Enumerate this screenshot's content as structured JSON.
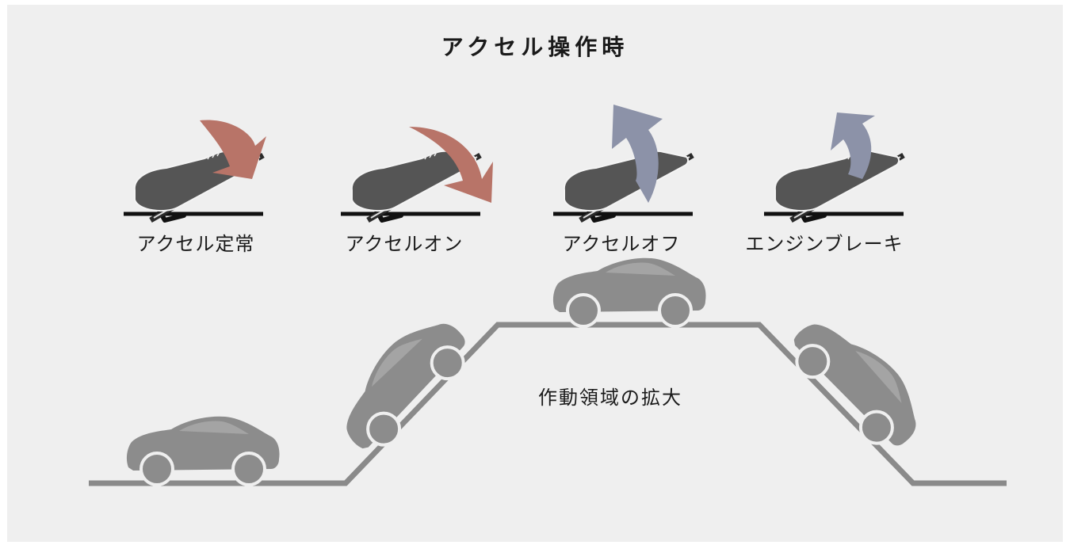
{
  "title": "アクセル操作時",
  "pedals": [
    {
      "label": "アクセル定常",
      "arrow": "down-small"
    },
    {
      "label": "アクセルオン",
      "arrow": "down"
    },
    {
      "label": "アクセルオフ",
      "arrow": "up"
    },
    {
      "label": "エンジンブレーキ",
      "arrow": "up"
    }
  ],
  "road_label": "作動領域の拡大",
  "colors": {
    "background": "#efefef",
    "shoe": "#555555",
    "road": "#8a8a8a",
    "car": "#8c8c8c",
    "arrow_down": "#b87468",
    "arrow_up": "#8c92a8"
  }
}
